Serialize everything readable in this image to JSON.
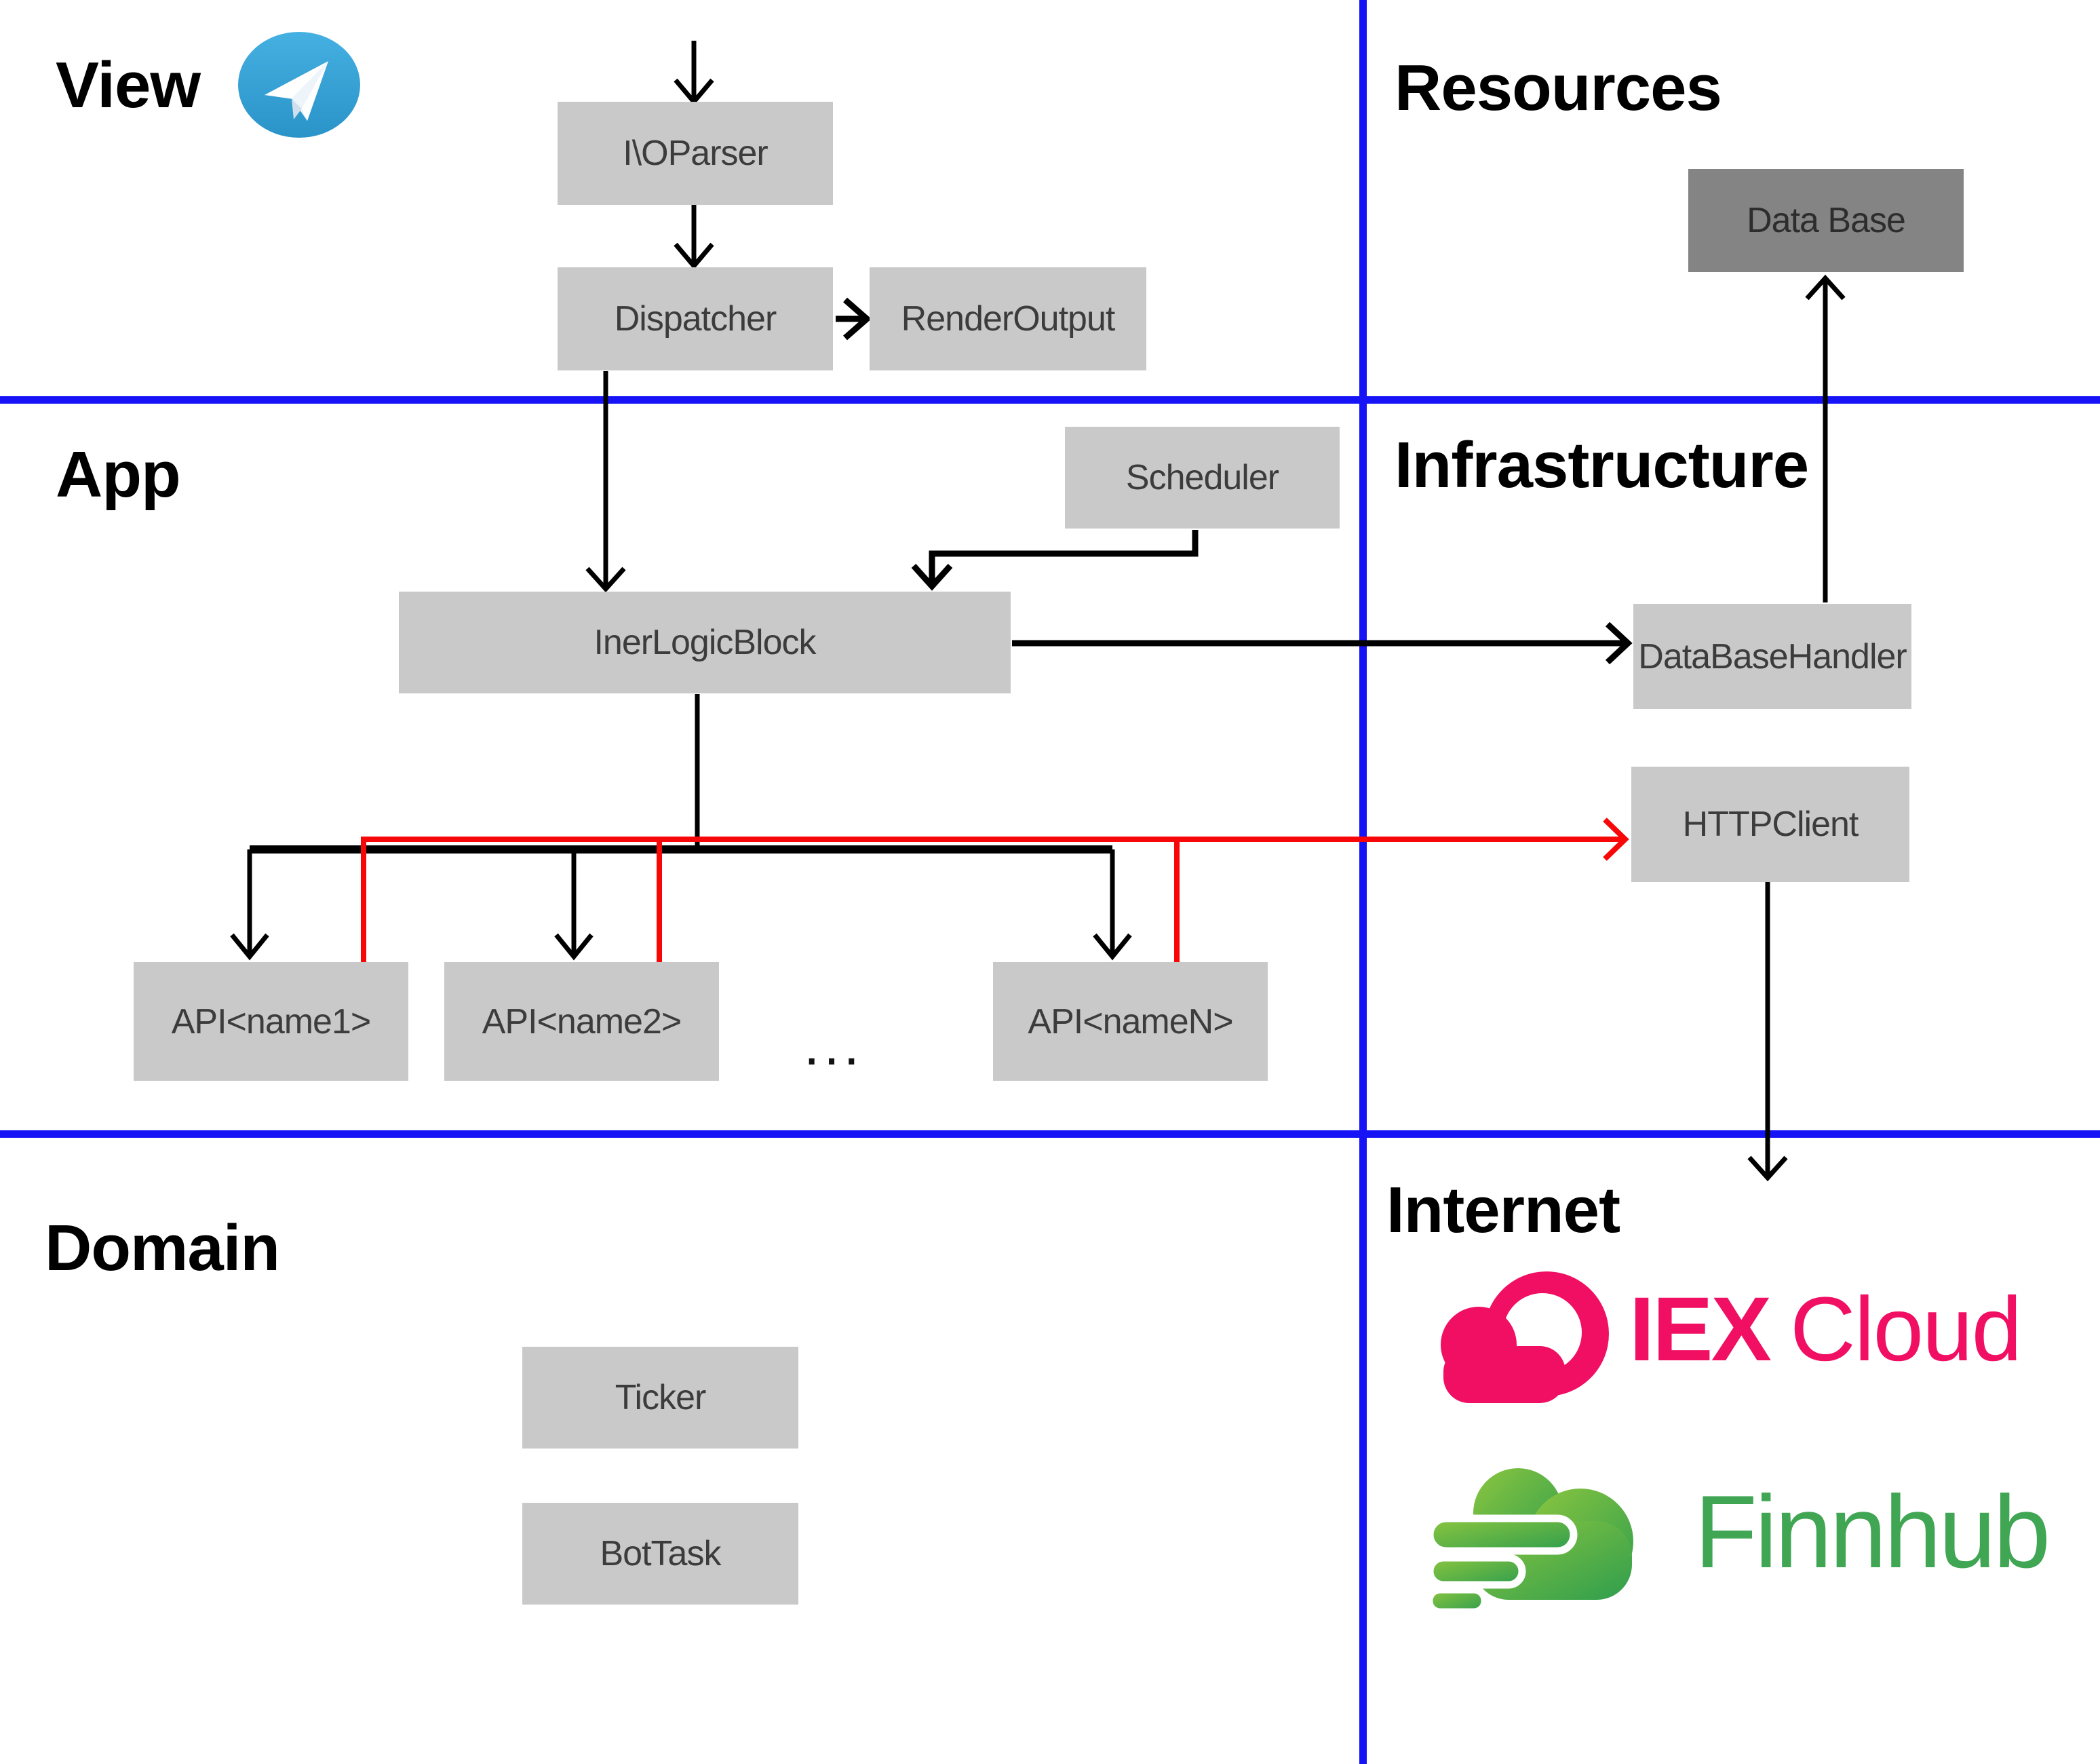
{
  "colors": {
    "divider_blue": "#1614f6",
    "connector_black": "#000000",
    "connector_red": "#f70707",
    "node_gray": "#c9c9c9",
    "node_dark_gray": "#848484",
    "iex_pink": "#f00f63",
    "finnhub_green": "#40a653",
    "finnhub_gradient_light": "#8cc63f",
    "finnhub_gradient_dark": "#2f9e4d",
    "telegram_blue_light": "#45b0e2",
    "telegram_blue_dark": "#2a93c8"
  },
  "quadrants": {
    "view": "View",
    "resources": "Resources",
    "app": "App",
    "infrastructure": "Infrastructure",
    "domain": "Domain",
    "internet": "Internet"
  },
  "nodes": {
    "ioparser": "I\\OParser",
    "dispatcher": "Dispatcher",
    "renderoutput": "RenderOutput",
    "scheduler": "Scheduler",
    "inerlogicblock": "InerLogicBlock",
    "databasehandler": "DataBaseHandler",
    "httpclient": "HTTPClient",
    "database": "Data Base",
    "api1": "API<name1>",
    "api2": "API<name2>",
    "apin": "API<nameN>",
    "ticker": "Ticker",
    "bottask": "BotTask"
  },
  "ellipsis": "...",
  "logos": {
    "telegram_icon": "telegram-paper-plane-icon",
    "iex": {
      "bold": "IEX",
      "light": "Cloud"
    },
    "finnhub": {
      "text": "Finnhub"
    }
  }
}
